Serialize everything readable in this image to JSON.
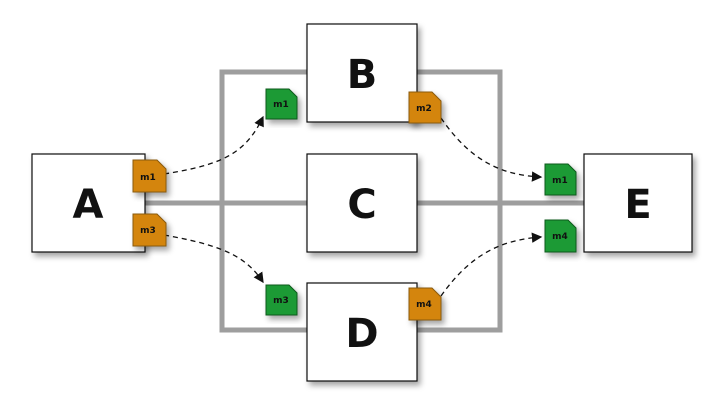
{
  "nodes": {
    "a": "A",
    "b": "B",
    "c": "C",
    "d": "D",
    "e": "E"
  },
  "messages": {
    "a_out_top": "m1",
    "a_out_bottom": "m3",
    "b_in": "m1",
    "b_out": "m2",
    "d_in": "m3",
    "d_out": "m4",
    "e_in_top": "m1",
    "e_in_bottom": "m4"
  },
  "colors": {
    "outgoing_tag": "#d4850a",
    "incoming_tag": "#1f9a35",
    "connector": "#9e9e9e"
  }
}
